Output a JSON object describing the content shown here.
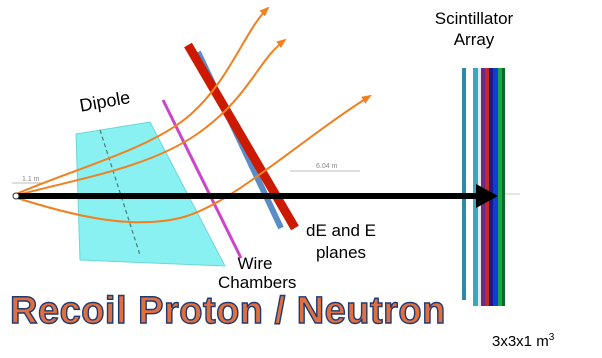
{
  "labels": {
    "scintillator_line1": "Scintillator",
    "scintillator_line2": "Array",
    "dipole": "Dipole",
    "de_e_line1": "dE and E",
    "de_e_line2": "planes",
    "wire_line1": "Wire",
    "wire_line2": "Chambers",
    "recoil": "Recoil Proton / Neutron",
    "dimension": "3x3x1 m",
    "dimension_sup": "3",
    "scale_left": "1.1 m",
    "scale_mid": "6.04 m"
  },
  "colors": {
    "dipole_fill": "#7ff0f0",
    "dipole_edge": "#5fd4d4",
    "wire_chamber": "#cc44cc",
    "de_plane": "#cc1a00",
    "de_plane_shadow": "#5a8cc8",
    "tracks": "#f08020",
    "beam": "#000000",
    "recoil_text": "#e07040",
    "recoil_outline": "#1f3a73",
    "scintillator_bars": [
      "#2f8aa8",
      "#3aa7c0",
      "#e8e8e8",
      "#6a2a8a",
      "#c62828",
      "#1a1a8c",
      "#0d3fd4",
      "#18a84a"
    ]
  }
}
